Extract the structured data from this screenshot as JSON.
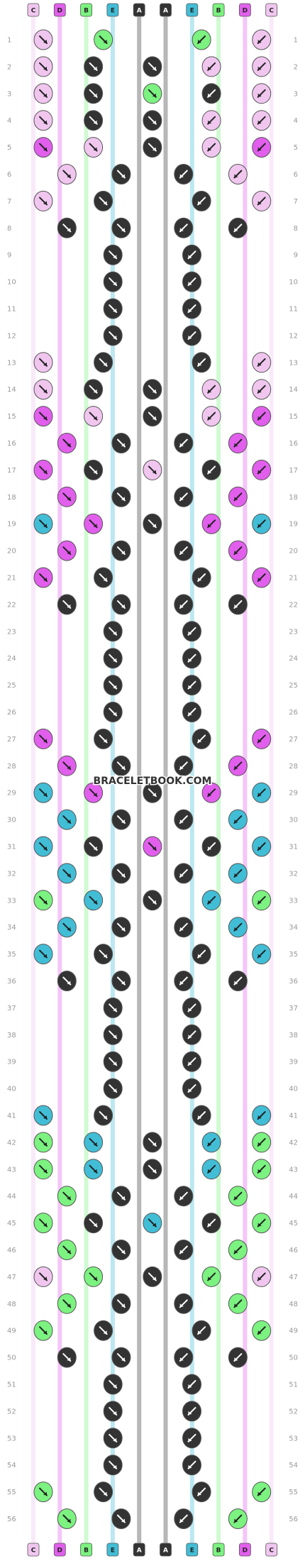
{
  "watermark": "BRACELETBOOK.COM",
  "colors": {
    "C": "#f0c6ef",
    "D": "#e15fec",
    "B": "#7cf280",
    "E": "#42bdd6",
    "A": "#333333"
  },
  "top_labels": [
    "C",
    "D",
    "B",
    "E",
    "A",
    "A",
    "E",
    "B",
    "D",
    "C"
  ],
  "bottom_labels": [
    "C",
    "D",
    "B",
    "E",
    "A",
    "A",
    "E",
    "B",
    "D",
    "C"
  ],
  "rows": [
    "1",
    "2",
    "3",
    "4",
    "5",
    "6",
    "7",
    "8",
    "9",
    "10",
    "11",
    "12",
    "13",
    "14",
    "15",
    "16",
    "17",
    "18",
    "19",
    "20",
    "21",
    "22",
    "23",
    "24",
    "25",
    "26",
    "27",
    "28",
    "29",
    "30",
    "31",
    "32",
    "33",
    "34",
    "35",
    "36",
    "37",
    "38",
    "39",
    "40",
    "41",
    "42",
    "43",
    "44",
    "45",
    "46",
    "47",
    "48",
    "49",
    "50",
    "51",
    "52",
    "53",
    "54",
    "55",
    "56"
  ],
  "knot_rows": [
    [
      "C",
      "B",
      "B",
      "C"
    ],
    [
      "C",
      "A",
      "A",
      "C",
      "C"
    ],
    [
      "C",
      "A",
      "B",
      "A",
      "C"
    ],
    [
      "C",
      "A",
      "A",
      "C",
      "C"
    ],
    [
      "D",
      "C",
      "A",
      "C",
      "D"
    ],
    [
      "C",
      "A",
      "A",
      "C"
    ],
    [
      "C",
      "A",
      "A",
      "C"
    ],
    [
      "A",
      "A",
      "A",
      "A"
    ],
    [
      "A",
      "A"
    ],
    [
      "A",
      "A"
    ],
    [
      "A",
      "A"
    ],
    [
      "A",
      "A"
    ],
    [
      "C",
      "A",
      "A",
      "C"
    ],
    [
      "C",
      "A",
      "A",
      "C",
      "C"
    ],
    [
      "D",
      "C",
      "A",
      "C",
      "D"
    ],
    [
      "D",
      "A",
      "A",
      "D"
    ],
    [
      "D",
      "A",
      "C",
      "A",
      "D"
    ],
    [
      "D",
      "A",
      "A",
      "D"
    ],
    [
      "E",
      "D",
      "A",
      "D",
      "E"
    ],
    [
      "D",
      "A",
      "A",
      "D"
    ],
    [
      "D",
      "A",
      "A",
      "D"
    ],
    [
      "A",
      "A",
      "A",
      "A"
    ],
    [
      "A",
      "A"
    ],
    [
      "A",
      "A"
    ],
    [
      "A",
      "A"
    ],
    [
      "A",
      "A"
    ],
    [
      "D",
      "A",
      "A",
      "D"
    ],
    [
      "D",
      "A",
      "A",
      "D"
    ],
    [
      "E",
      "D",
      "A",
      "D",
      "E"
    ],
    [
      "E",
      "A",
      "A",
      "E"
    ],
    [
      "E",
      "A",
      "D",
      "A",
      "E"
    ],
    [
      "E",
      "A",
      "A",
      "E"
    ],
    [
      "B",
      "E",
      "A",
      "E",
      "B"
    ],
    [
      "E",
      "A",
      "A",
      "E"
    ],
    [
      "E",
      "A",
      "A",
      "E"
    ],
    [
      "A",
      "A",
      "A",
      "A"
    ],
    [
      "A",
      "A"
    ],
    [
      "A",
      "A"
    ],
    [
      "A",
      "A"
    ],
    [
      "A",
      "A"
    ],
    [
      "E",
      "A",
      "A",
      "E"
    ],
    [
      "B",
      "E",
      "A",
      "E",
      "B"
    ],
    [
      "B",
      "E",
      "A",
      "E",
      "B"
    ],
    [
      "B",
      "A",
      "A",
      "B"
    ],
    [
      "B",
      "A",
      "E",
      "A",
      "B"
    ],
    [
      "B",
      "A",
      "A",
      "B"
    ],
    [
      "C",
      "B",
      "A",
      "B",
      "C"
    ],
    [
      "B",
      "A",
      "A",
      "B"
    ],
    [
      "B",
      "A",
      "A",
      "B"
    ],
    [
      "A",
      "A",
      "A",
      "A"
    ],
    [
      "A",
      "A"
    ],
    [
      "A",
      "A"
    ],
    [
      "A",
      "A"
    ],
    [
      "A",
      "A"
    ],
    [
      "B",
      "A",
      "A",
      "B"
    ],
    [
      "B",
      "A",
      "A",
      "B"
    ]
  ]
}
